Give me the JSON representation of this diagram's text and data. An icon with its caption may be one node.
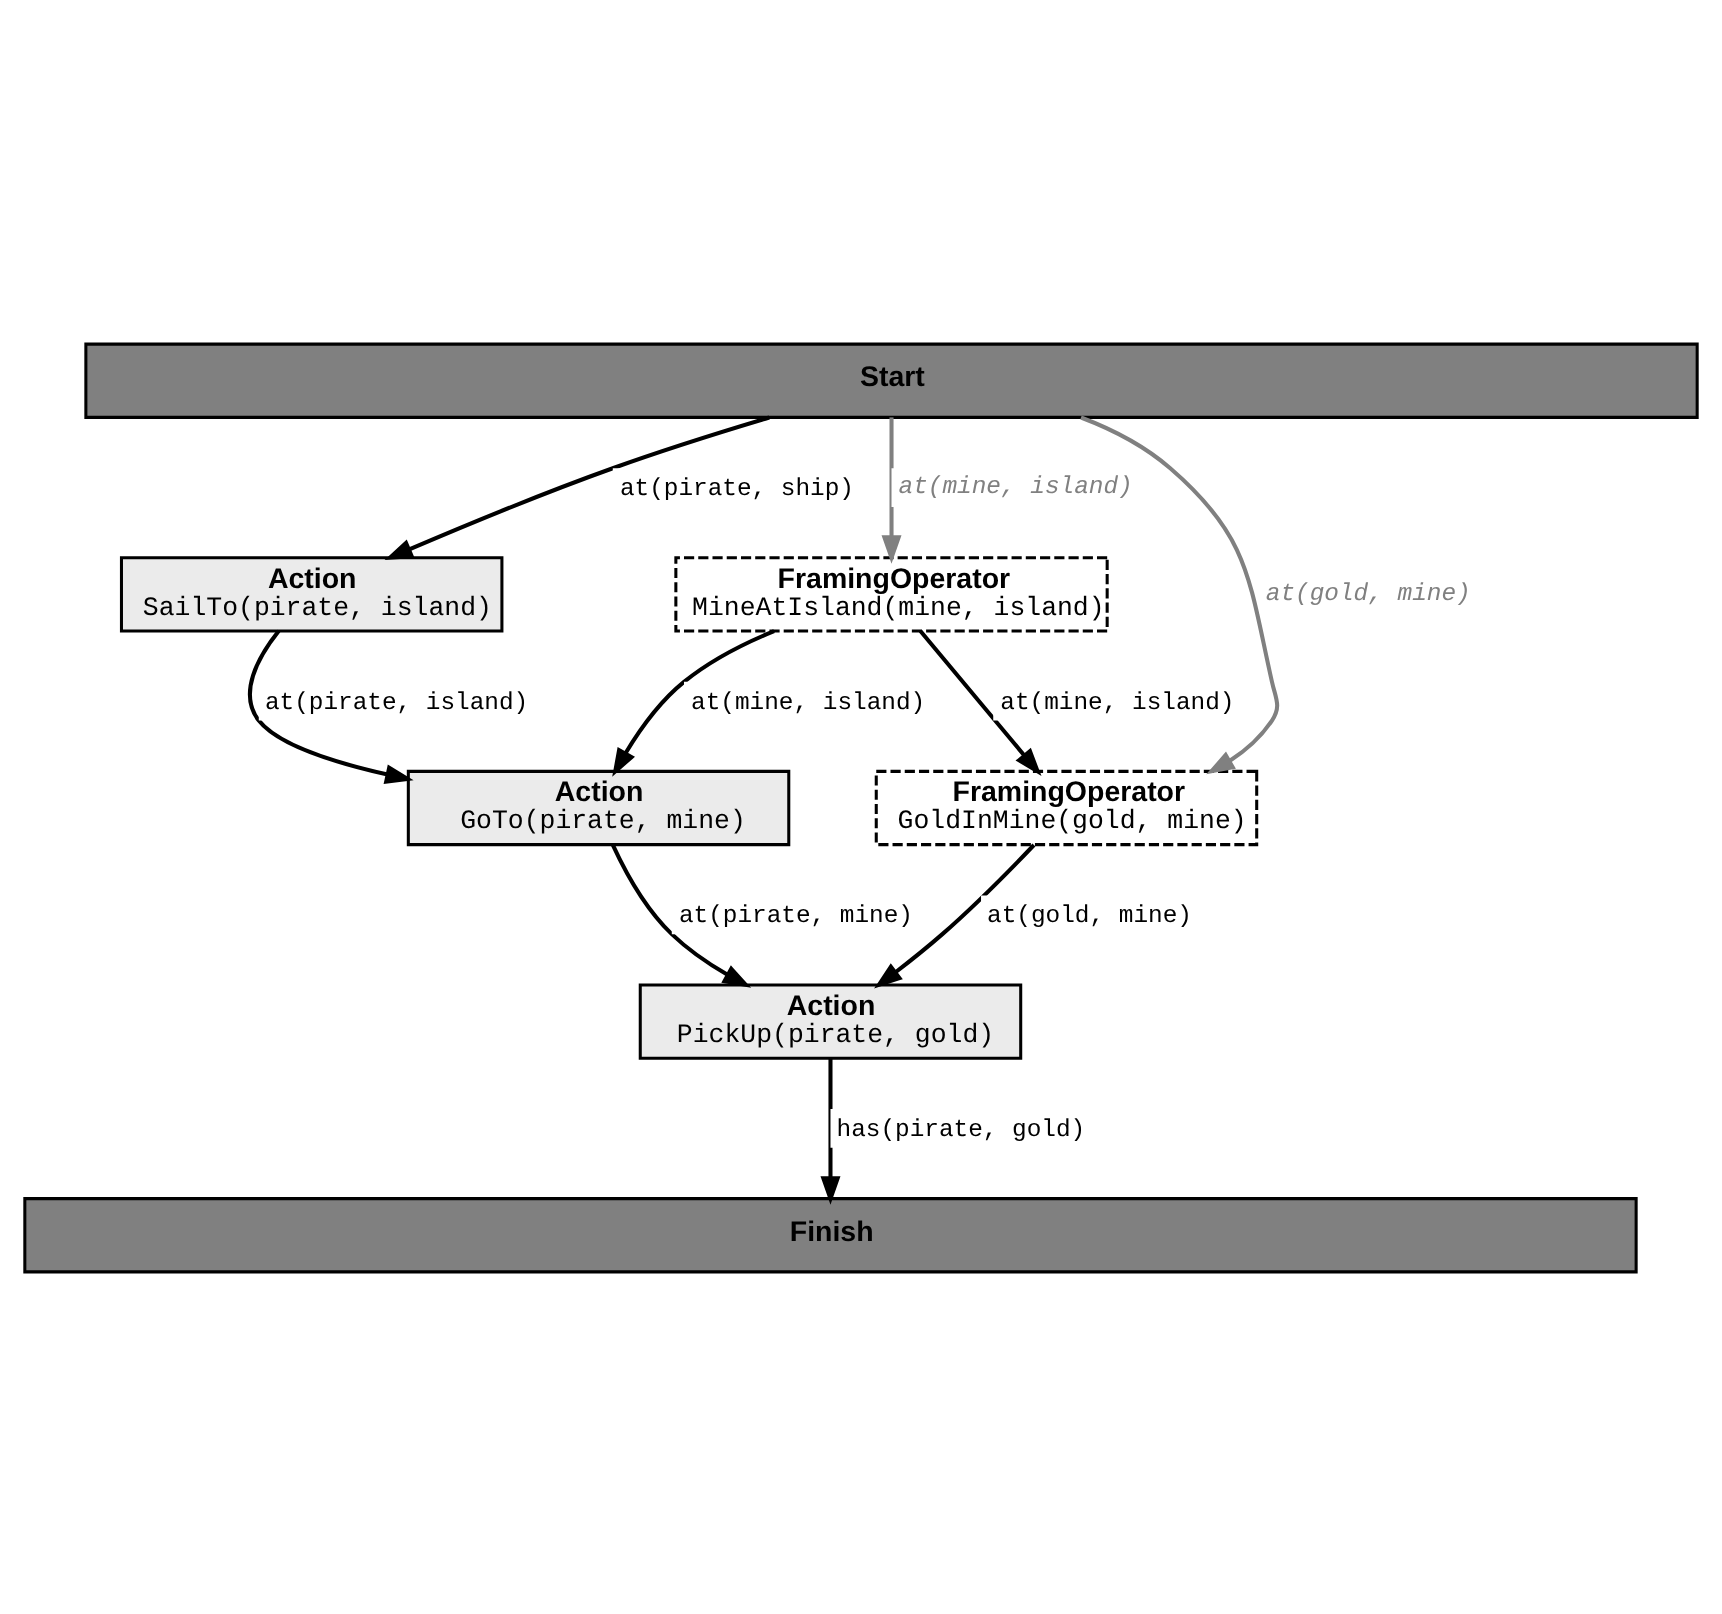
{
  "diagram": {
    "nodes": [
      {
        "text": [
          "Start"
        ]
      },
      {
        "text": [
          "Action",
          "SailTo(pirate, island)"
        ]
      },
      {
        "text": [
          "FramingOperator",
          "MineAtIsland(mine, island)"
        ]
      },
      {
        "text": [
          "Action",
          "GoTo(pirate, mine)"
        ]
      },
      {
        "text": [
          "FramingOperator",
          "GoldInMine(gold, mine)"
        ]
      },
      {
        "text": [
          "Action",
          "PickUp(pirate, gold)"
        ]
      },
      {
        "text": [
          "Finish"
        ]
      }
    ],
    "edges": [
      {
        "from": 0,
        "to": 1,
        "arrow": "to",
        "label": "at(pirate, ship)"
      },
      {
        "from": 0,
        "to": 2,
        "arrow": "to",
        "label": "at(mine, island)",
        "color": "#808080"
      },
      {
        "from": 1,
        "to": 3,
        "arrow": "to",
        "label": "at(pirate, island)"
      },
      {
        "from": 2,
        "to": 3,
        "arrow": "to",
        "label": "at(mine, island)"
      },
      {
        "from": 0,
        "to": 4,
        "arrow": "to",
        "label": "at(gold, mine)",
        "color": "#808080"
      },
      {
        "from": 2,
        "to": 4,
        "arrow": "to",
        "label": "at(mine, island)"
      },
      {
        "from": 3,
        "to": 5,
        "arrow": "to",
        "label": "at(pirate, mine)"
      },
      {
        "from": 4,
        "to": 5,
        "arrow": "to",
        "label": "at(gold, mine)"
      },
      {
        "from": 5,
        "to": 6,
        "arrow": "to",
        "label": "has(pirate, gold)"
      }
    ]
  }
}
